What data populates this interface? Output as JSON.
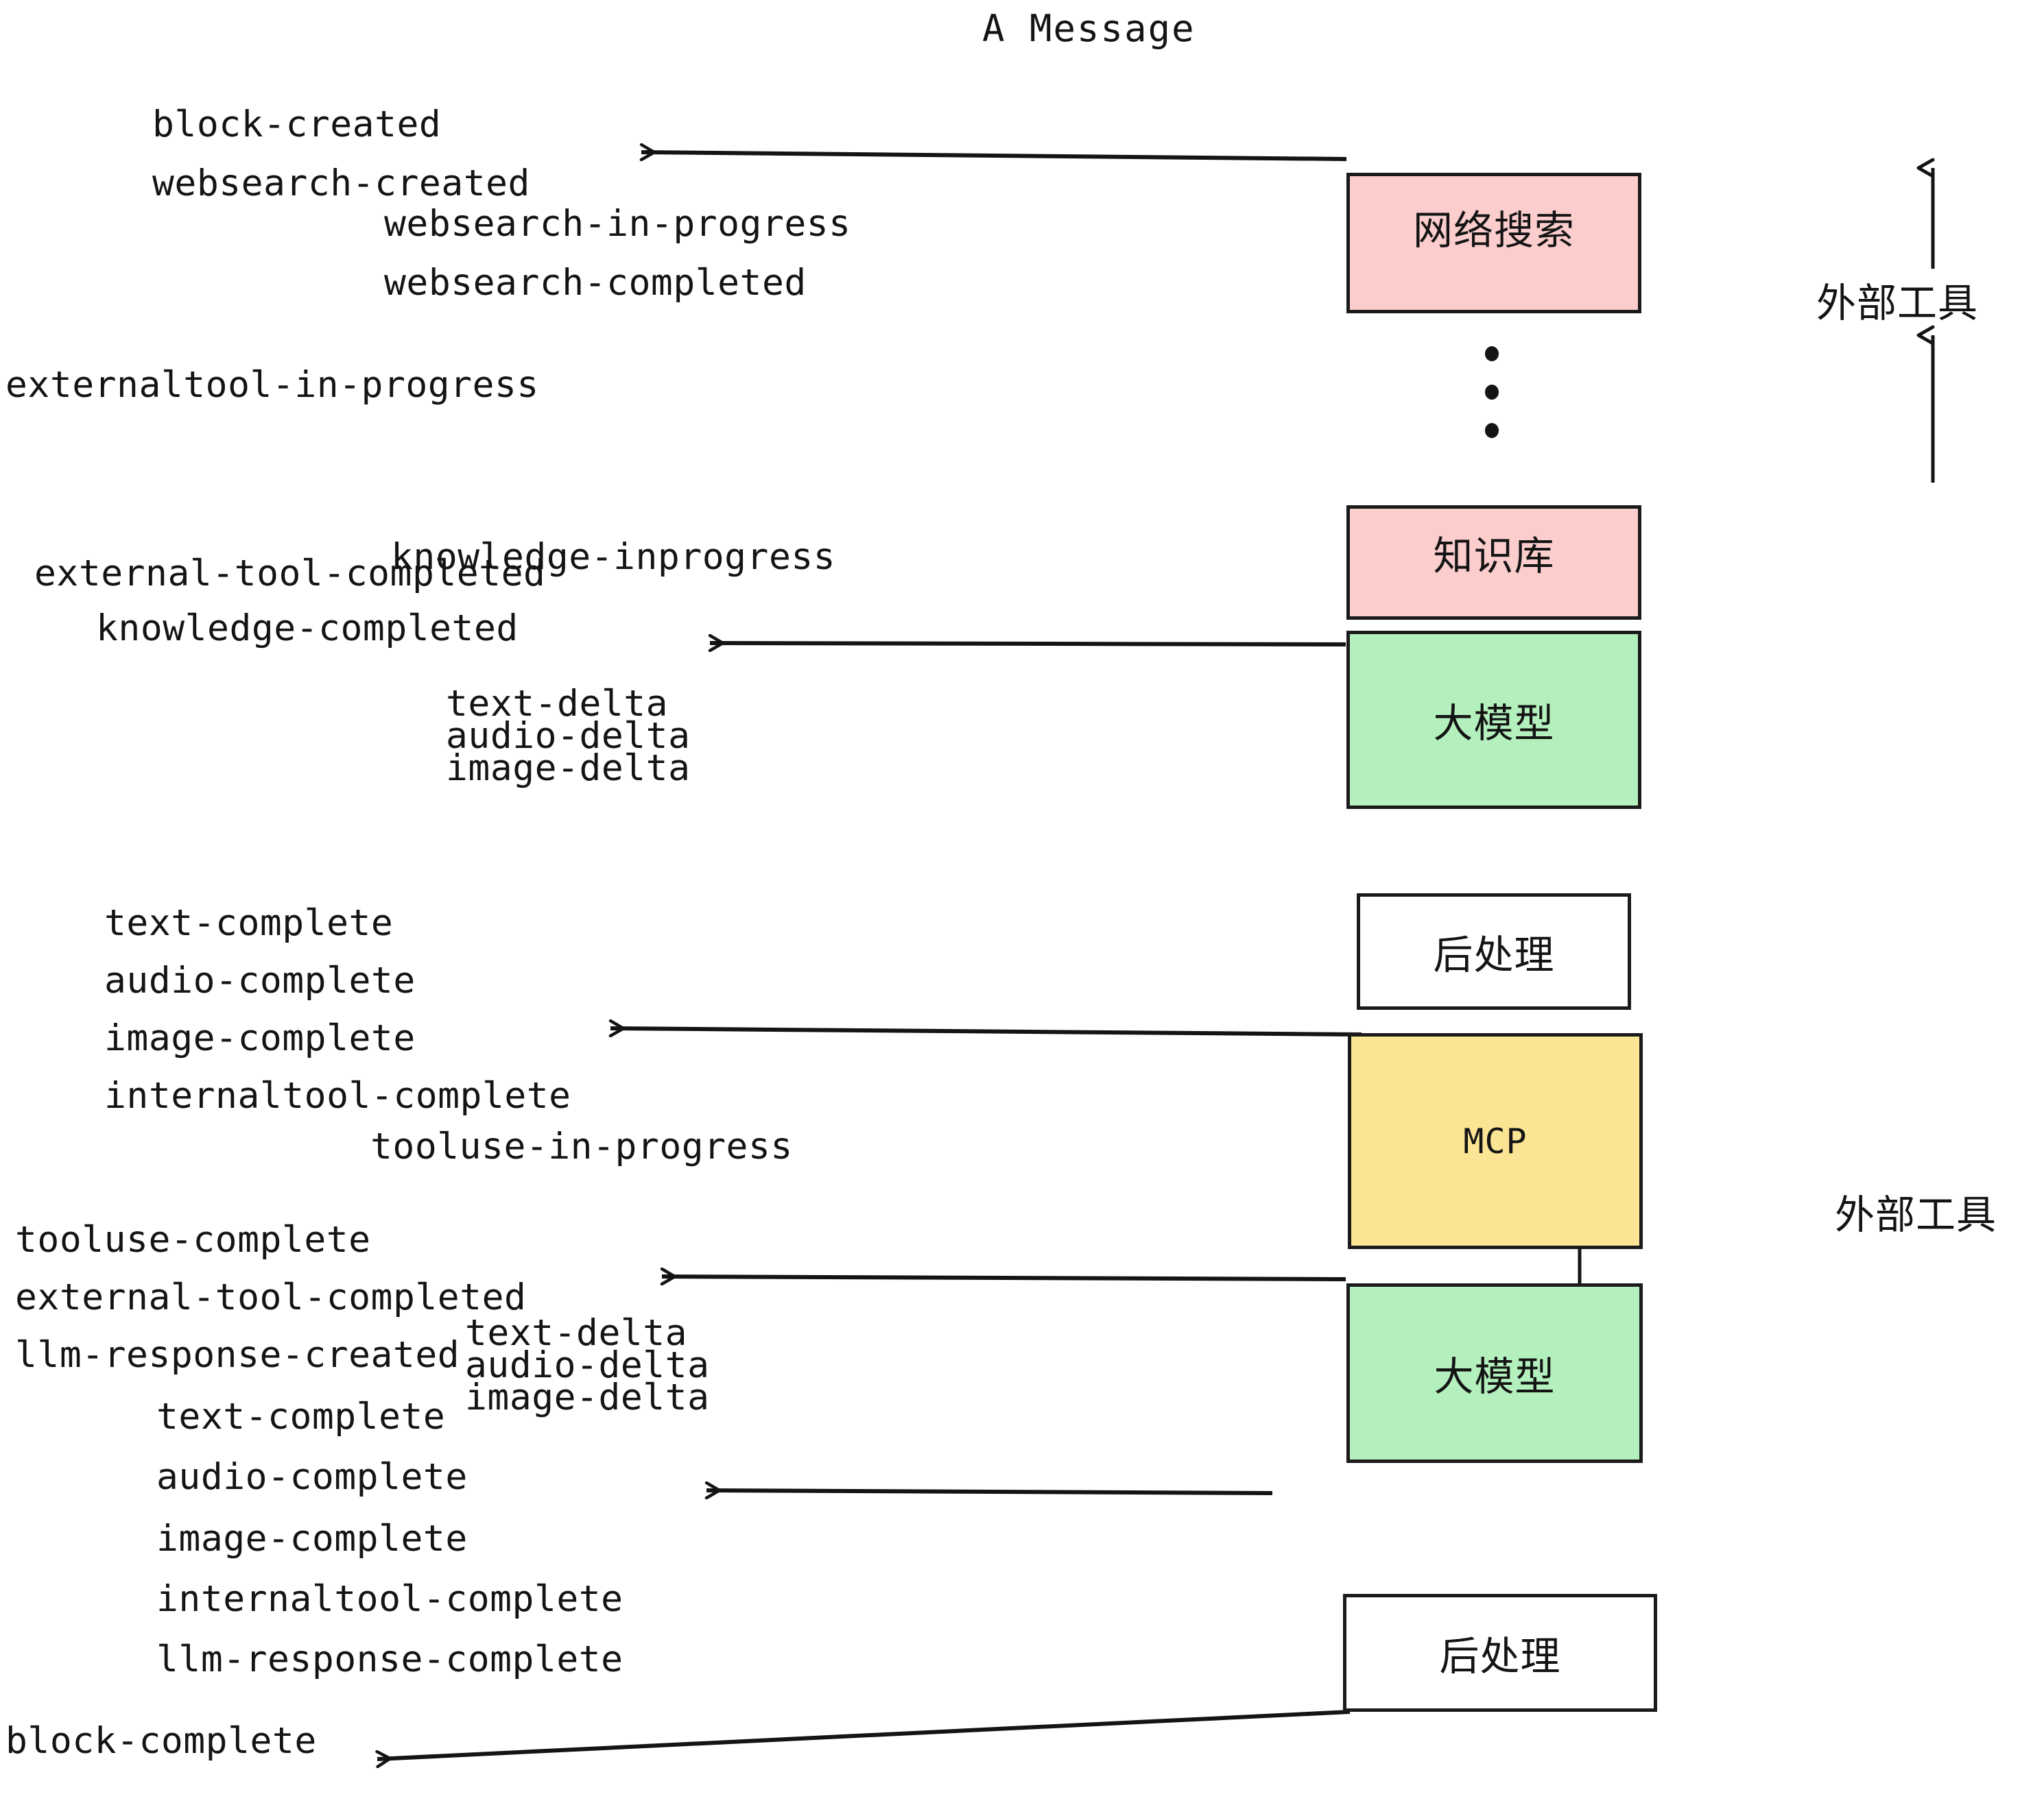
{
  "title": "A Message",
  "colors": {
    "pink": "#fbcdcd",
    "green": "#b3f0bd",
    "yellow": "#fbe493",
    "white": "#ffffff",
    "stroke": "#1a1a1a"
  },
  "nodes": [
    {
      "id": "websearch",
      "label": "网络搜索",
      "fill": "#fbcdcd"
    },
    {
      "id": "knowledge",
      "label": "知识库",
      "fill": "#fbcdcd"
    },
    {
      "id": "llm1",
      "label": "大模型",
      "fill": "#b3f0bd"
    },
    {
      "id": "post1",
      "label": "后处理",
      "fill": "#ffffff"
    },
    {
      "id": "mcp",
      "label": "MCP",
      "fill": "#fbe493"
    },
    {
      "id": "llm2",
      "label": "大模型",
      "fill": "#b3f0bd"
    },
    {
      "id": "post2",
      "label": "后处理",
      "fill": "#ffffff"
    }
  ],
  "side_labels": [
    {
      "id": "external-tool-top",
      "label": "外部工具"
    },
    {
      "id": "external-tool-bottom",
      "label": "外部工具"
    }
  ],
  "events": {
    "group1": [
      "block-created",
      "websearch-created"
    ],
    "group2": [
      "websearch-in-progress",
      "websearch-completed"
    ],
    "group3": [
      "externaltool-in-progress"
    ],
    "group4": [
      "knowledge-inprogress"
    ],
    "group5": [
      "external-tool-completed",
      "knowledge-completed"
    ],
    "group6": [
      "text-delta",
      "audio-delta",
      "image-delta"
    ],
    "group7": [
      "text-complete",
      "audio-complete",
      "image-complete",
      "internaltool-complete"
    ],
    "group8": [
      "tooluse-in-progress"
    ],
    "group9": [
      "tooluse-complete",
      "external-tool-completed",
      "llm-response-created"
    ],
    "group10": [
      "text-delta",
      "audio-delta",
      "image-delta"
    ],
    "group11": [
      "text-complete",
      "audio-complete",
      "image-complete",
      "internaltool-complete",
      "llm-response-complete"
    ],
    "group12": [
      "block-complete"
    ]
  },
  "diagram": {
    "type": "sequence-flow",
    "ellipsis": "⋮",
    "arrow_direction": "right-to-left",
    "arrows": [
      {
        "from": "websearch",
        "to": "block-created / websearch-created"
      },
      {
        "from": "knowledge",
        "to": "knowledge-completed"
      },
      {
        "from": "mcp",
        "to": "image-complete"
      },
      {
        "from": "mcp",
        "to": "external-tool-completed"
      },
      {
        "from": "llm2",
        "to": "audio-complete"
      },
      {
        "from": "post2",
        "to": "block-complete"
      }
    ]
  }
}
